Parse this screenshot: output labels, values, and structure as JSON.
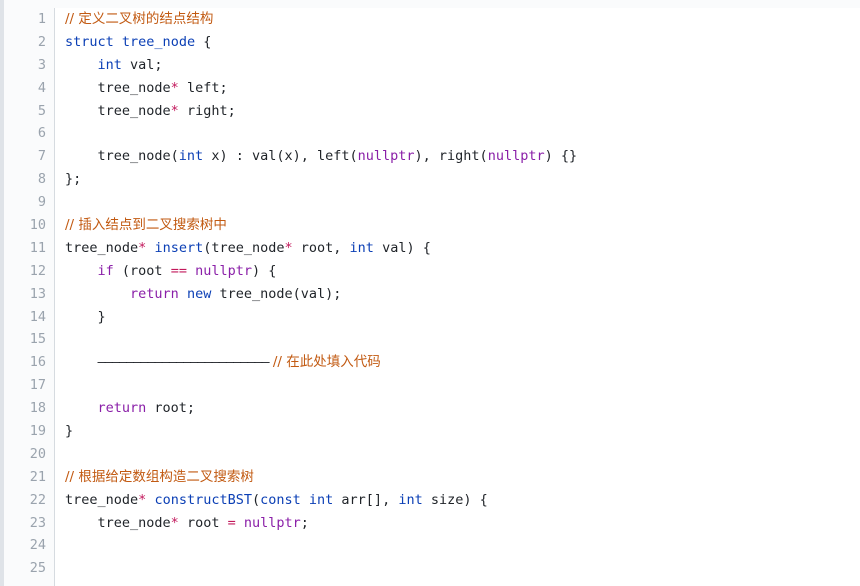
{
  "editor": {
    "line_numbers": [
      "1",
      "2",
      "3",
      "4",
      "5",
      "6",
      "7",
      "8",
      "9",
      "10",
      "11",
      "12",
      "13",
      "14",
      "15",
      "16",
      "17",
      "18",
      "19",
      "20",
      "21",
      "22",
      "23",
      "24",
      "25"
    ],
    "lines": [
      [
        {
          "t": "// 定义二叉树的结点结构",
          "c": "cmt"
        }
      ],
      [
        {
          "t": "struct",
          "c": "kw"
        },
        {
          "t": " ",
          "c": "plain"
        },
        {
          "t": "tree_node",
          "c": "fn"
        },
        {
          "t": " {",
          "c": "plain"
        }
      ],
      [
        {
          "t": "    ",
          "c": "plain"
        },
        {
          "t": "int",
          "c": "type"
        },
        {
          "t": " val;",
          "c": "plain"
        }
      ],
      [
        {
          "t": "    tree_node",
          "c": "plain"
        },
        {
          "t": "*",
          "c": "op"
        },
        {
          "t": " left;",
          "c": "plain"
        }
      ],
      [
        {
          "t": "    tree_node",
          "c": "plain"
        },
        {
          "t": "*",
          "c": "op"
        },
        {
          "t": " right;",
          "c": "plain"
        }
      ],
      [],
      [
        {
          "t": "    tree_node(",
          "c": "plain"
        },
        {
          "t": "int",
          "c": "type"
        },
        {
          "t": " x) : val(x), left(",
          "c": "plain"
        },
        {
          "t": "nullptr",
          "c": "null"
        },
        {
          "t": "), right(",
          "c": "plain"
        },
        {
          "t": "nullptr",
          "c": "null"
        },
        {
          "t": ") {}",
          "c": "plain"
        }
      ],
      [
        {
          "t": "};",
          "c": "plain"
        }
      ],
      [],
      [
        {
          "t": "// 插入结点到二叉搜索树中",
          "c": "cmt"
        }
      ],
      [
        {
          "t": "tree_node",
          "c": "plain"
        },
        {
          "t": "*",
          "c": "op"
        },
        {
          "t": " ",
          "c": "plain"
        },
        {
          "t": "insert",
          "c": "fn"
        },
        {
          "t": "(tree_node",
          "c": "plain"
        },
        {
          "t": "*",
          "c": "op"
        },
        {
          "t": " root, ",
          "c": "plain"
        },
        {
          "t": "int",
          "c": "type"
        },
        {
          "t": " val) {",
          "c": "plain"
        }
      ],
      [
        {
          "t": "    ",
          "c": "plain"
        },
        {
          "t": "if",
          "c": "ctrl"
        },
        {
          "t": " (root ",
          "c": "plain"
        },
        {
          "t": "==",
          "c": "op"
        },
        {
          "t": " ",
          "c": "plain"
        },
        {
          "t": "nullptr",
          "c": "null"
        },
        {
          "t": ") {",
          "c": "plain"
        }
      ],
      [
        {
          "t": "        ",
          "c": "plain"
        },
        {
          "t": "return",
          "c": "ctrl"
        },
        {
          "t": " ",
          "c": "plain"
        },
        {
          "t": "new",
          "c": "kw"
        },
        {
          "t": " tree_node(val);",
          "c": "plain"
        }
      ],
      [
        {
          "t": "    }",
          "c": "plain"
        }
      ],
      [],
      [
        {
          "t": "    ",
          "c": "plain"
        },
        {
          "t": "————————————————————————",
          "c": "blank"
        },
        {
          "t": " // 在此处填入代码",
          "c": "cmt"
        }
      ],
      [],
      [
        {
          "t": "    ",
          "c": "plain"
        },
        {
          "t": "return",
          "c": "ctrl"
        },
        {
          "t": " root;",
          "c": "plain"
        }
      ],
      [
        {
          "t": "}",
          "c": "plain"
        }
      ],
      [],
      [
        {
          "t": "// 根据给定数组构造二叉搜索树",
          "c": "cmt"
        }
      ],
      [
        {
          "t": "tree_node",
          "c": "plain"
        },
        {
          "t": "*",
          "c": "op"
        },
        {
          "t": " ",
          "c": "plain"
        },
        {
          "t": "constructBST",
          "c": "fn"
        },
        {
          "t": "(",
          "c": "plain"
        },
        {
          "t": "const",
          "c": "kw"
        },
        {
          "t": " ",
          "c": "plain"
        },
        {
          "t": "int",
          "c": "type"
        },
        {
          "t": " arr[], ",
          "c": "plain"
        },
        {
          "t": "int",
          "c": "type"
        },
        {
          "t": " size) {",
          "c": "plain"
        }
      ],
      [
        {
          "t": "    tree_node",
          "c": "plain"
        },
        {
          "t": "*",
          "c": "op"
        },
        {
          "t": " root ",
          "c": "plain"
        },
        {
          "t": "=",
          "c": "op"
        },
        {
          "t": " ",
          "c": "plain"
        },
        {
          "t": "nullptr",
          "c": "null"
        },
        {
          "t": ";",
          "c": "plain"
        }
      ],
      [],
      []
    ]
  }
}
